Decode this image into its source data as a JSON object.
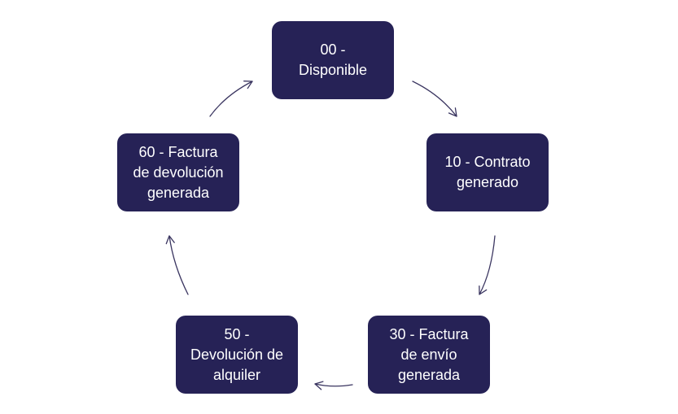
{
  "colors": {
    "node_fill": "#262256",
    "node_text": "#ffffff",
    "arrow": "#3a3560",
    "background": "#ffffff"
  },
  "cycle": {
    "nodes": [
      {
        "id": "00",
        "label": "00 -\nDisponible"
      },
      {
        "id": "10",
        "label": "10 - Contrato\ngenerado"
      },
      {
        "id": "30",
        "label": "30 - Factura\nde envío\ngenerada"
      },
      {
        "id": "50",
        "label": "50 -\nDevolución de\nalquiler"
      },
      {
        "id": "60",
        "label": "60 - Factura\nde devolución\ngenerada"
      }
    ]
  }
}
